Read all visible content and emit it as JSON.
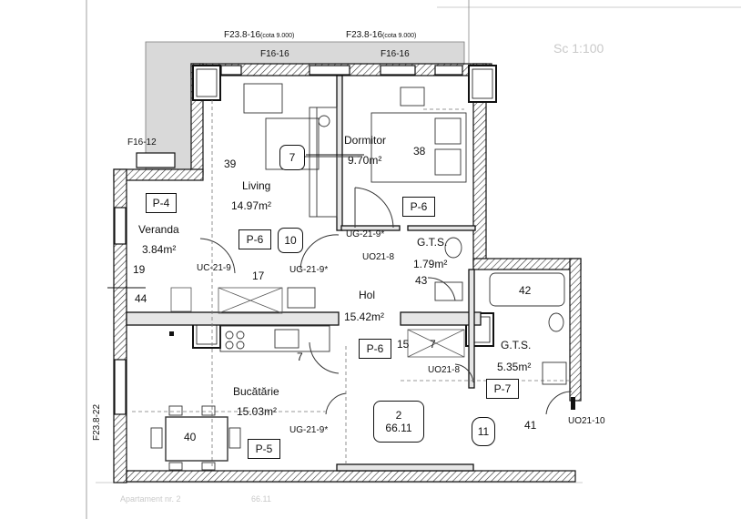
{
  "scale_label": "Sc 1:100",
  "corner_text": "",
  "top_labels": {
    "left": "F23.8-16",
    "left_note": "(cota 9.000)",
    "right": "F23.8-16",
    "right_note": "(cota 9.000)"
  },
  "windows": {
    "w1": "F16-16",
    "w2": "F16-16",
    "w3": "F16-12",
    "w4": "F23.8-22"
  },
  "rooms": {
    "living": {
      "name": "Living",
      "area": "14.97m²",
      "number": "39"
    },
    "dormitor": {
      "name": "Dormitor",
      "area": "9.70m²",
      "number": "38"
    },
    "veranda": {
      "name": "Veranda",
      "area": "3.84m²",
      "number": "19"
    },
    "gts1": {
      "name": "G.T.S.",
      "area": "1.79m²",
      "number": "43"
    },
    "gts2": {
      "name": "G.T.S.",
      "area": "5.35m²",
      "number": "42"
    },
    "hol": {
      "name": "Hol",
      "area": "15.42m²"
    },
    "bucatarie": {
      "name": "Bucătărie",
      "area": "15.03m²",
      "number": "40"
    },
    "room41": {
      "number": "41"
    }
  },
  "tags": {
    "p4": "P-4",
    "p6_bed": "P-6",
    "p6_liv": "P-6",
    "p6_hol": "P-6",
    "p7": "P-7",
    "p5": "P-5"
  },
  "circles": {
    "c7": "7",
    "c10": "10",
    "c11": "11"
  },
  "apartment": {
    "number": "2",
    "area": "66.11"
  },
  "doors": {
    "ug_bed": "UG-21-9*",
    "uo_gts1": "UO21-8",
    "ug_liv": "UG-21-9*",
    "ug_ver": "UC-21-9",
    "ug_kit": "UG-21-9*",
    "uo_gts2": "UO21-8",
    "uo_ent": "UO21-10"
  },
  "numbers": {
    "n17": "17",
    "n44": "44",
    "n15": "15",
    "n7a": "7",
    "n7b": "7"
  },
  "footer": {
    "left": "Apartament nr. 2",
    "right": "66.11"
  }
}
